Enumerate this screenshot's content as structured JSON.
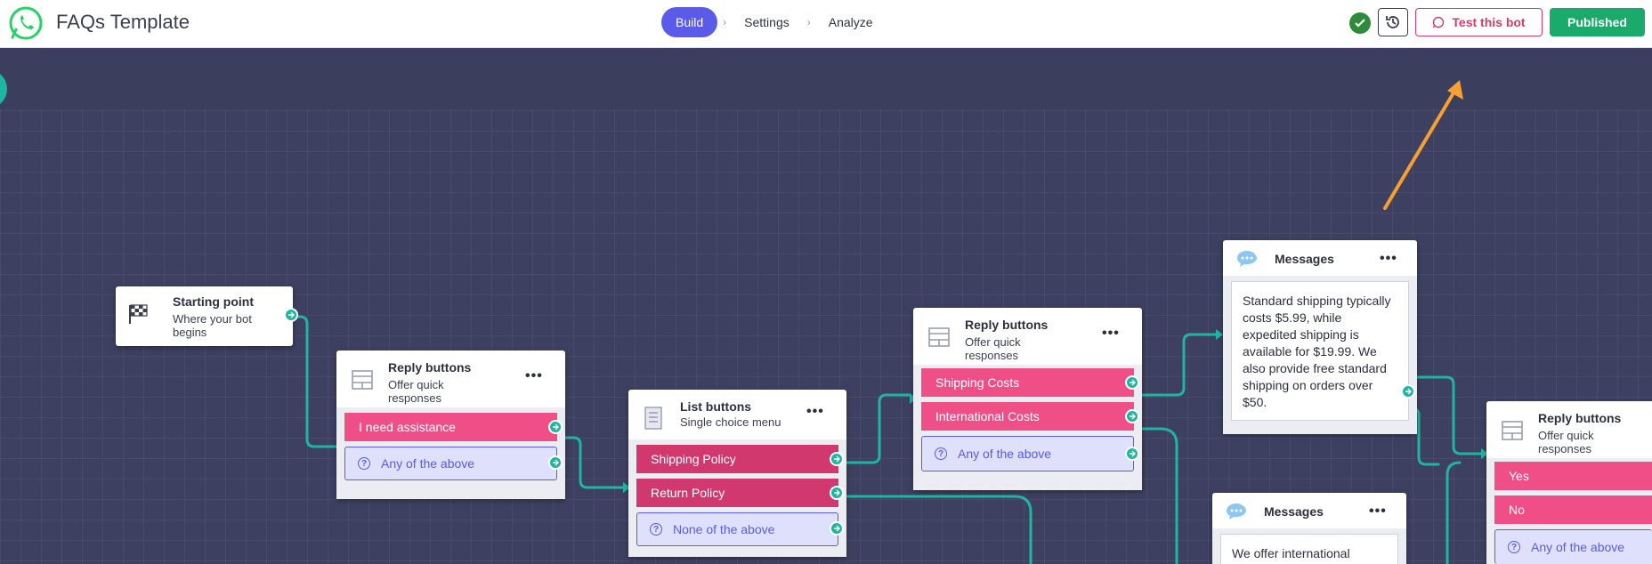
{
  "app": {
    "title": "FAQs Template",
    "brand_color": "#25D366"
  },
  "nav": {
    "steps": [
      "Build",
      "Settings",
      "Analyze"
    ],
    "active": "Build"
  },
  "toolbar": {
    "test_label": "Test this bot",
    "published_label": "Published",
    "history_icon": "history-icon",
    "status_icon": "check-circle-icon"
  },
  "nodes": {
    "start": {
      "title": "Starting point",
      "subtitle": "Where your bot begins"
    },
    "reply1": {
      "title": "Reply buttons",
      "subtitle": "Offer quick responses",
      "options": [
        "I need assistance"
      ],
      "fallback": "Any of the above"
    },
    "list1": {
      "title": "List buttons",
      "subtitle": "Single choice menu",
      "options": [
        "Shipping Policy",
        "Return Policy"
      ],
      "fallback": "None of the above"
    },
    "reply2": {
      "title": "Reply buttons",
      "subtitle": "Offer quick responses",
      "options": [
        "Shipping Costs",
        "International Costs"
      ],
      "fallback": "Any of the above"
    },
    "msg1": {
      "title": "Messages",
      "text": "Standard shipping typically costs $5.99, while expedited shipping is available for $19.99. We also provide free standard shipping on orders over $50."
    },
    "msg2": {
      "title": "Messages",
      "text": "We offer international"
    },
    "reply3": {
      "title": "Reply buttons",
      "subtitle": "Offer quick responses",
      "options": [
        "Yes",
        "No"
      ],
      "fallback": "Any of the above"
    }
  },
  "colors": {
    "accent": "#5a5be8",
    "option_pink": "#f04e86",
    "option_dark": "#d0386e",
    "port": "#1fb5a0",
    "annotation_arrow": "#f5a030"
  }
}
